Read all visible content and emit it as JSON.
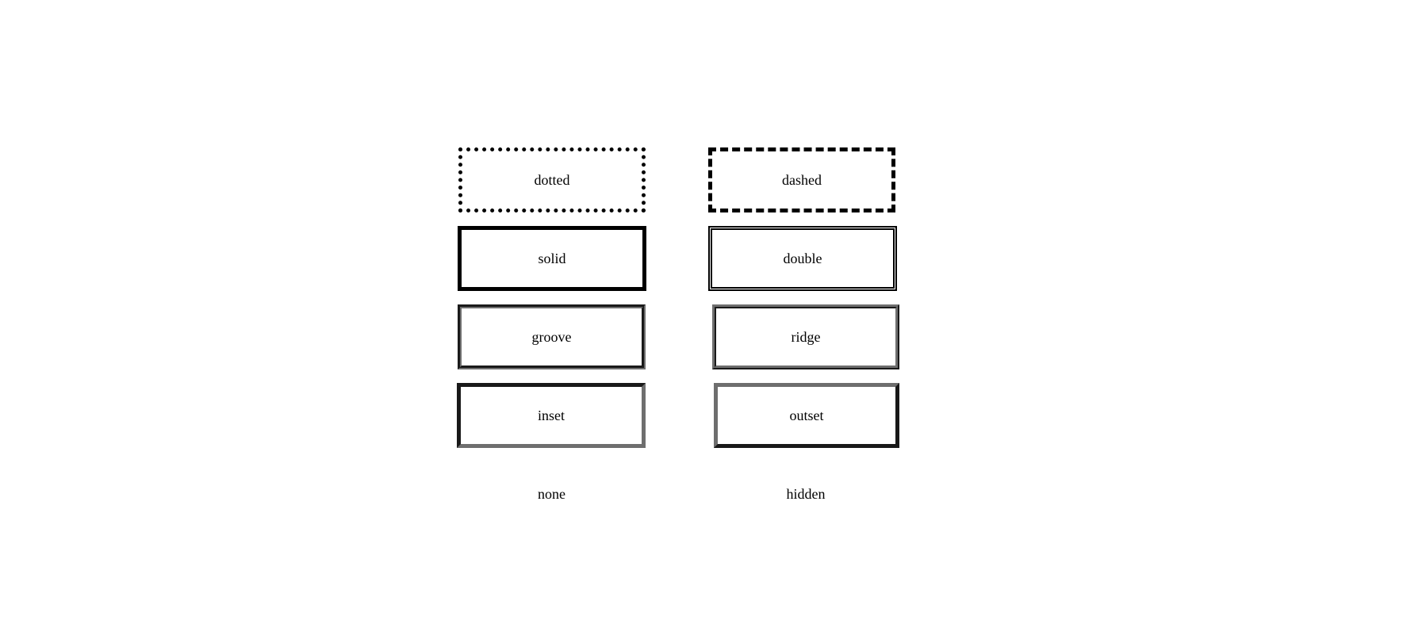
{
  "boxes": {
    "dotted": {
      "label": "dotted"
    },
    "dashed": {
      "label": "dashed"
    },
    "solid": {
      "label": "solid"
    },
    "double": {
      "label": "double"
    },
    "groove": {
      "label": "groove"
    },
    "ridge": {
      "label": "ridge"
    },
    "inset": {
      "label": "inset"
    },
    "outset": {
      "label": "outset"
    },
    "none": {
      "label": "none"
    },
    "hidden": {
      "label": "hidden"
    }
  },
  "colors": {
    "background": "#ffffff",
    "border_dark": "#000000",
    "border_gray": "#6e6e6e",
    "text": "#000000"
  }
}
